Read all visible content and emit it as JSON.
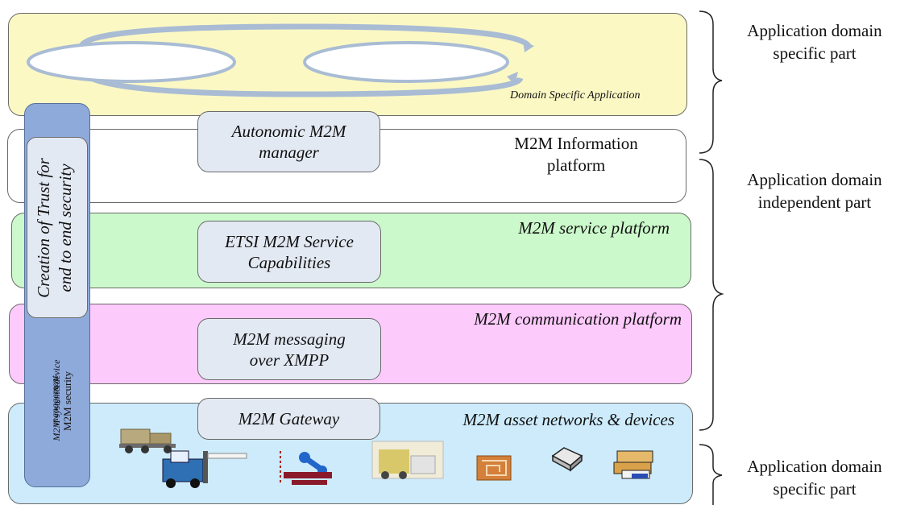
{
  "layers": {
    "domain_app": "Domain Specific Application",
    "info_platform": "M2M Information\nplatform",
    "service_platform": "M2M service platform",
    "communication_platform": "M2M communication platform",
    "asset_networks": "M2M asset networks & devices"
  },
  "boxes": {
    "autonomic_manager": "Autonomic M2M\nmanager",
    "etsi_capabilities": "ETSI M2M Service\nCapabilities",
    "messaging_xmpp": "M2M messaging\nover XMPP",
    "gateway": "M2M Gateway"
  },
  "vertical": {
    "trust": "Creation of Trust for\nend to end security",
    "management_line1": "M2M system&device",
    "management_line2": "management",
    "security": "M2M security"
  },
  "side_labels": {
    "top": "Application domain\nspecific part",
    "middle": "Application domain\nindependent part",
    "bottom": "Application domain\nspecific part"
  },
  "colors": {
    "app_layer": "#fbf8c4",
    "service_layer": "#ccf9cb",
    "communication_layer": "#fdcafc",
    "asset_layer": "#cdebfb",
    "management_bar": "#8eaadb",
    "component_box": "#e3e9f3"
  },
  "icons": [
    "truck-icon",
    "forklift-icon",
    "robot-arm-icon",
    "forklift-photo-icon",
    "rfid-tag-icon",
    "sensor-box-icon",
    "file-cabinet-icon"
  ]
}
